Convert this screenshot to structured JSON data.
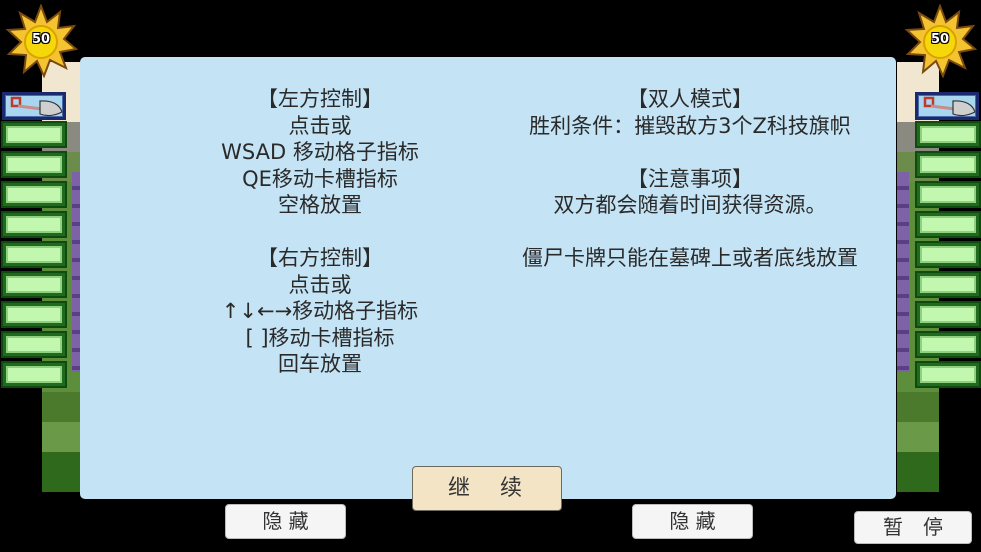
{
  "left_player": {
    "sun_count": "50",
    "card_slots": 9
  },
  "right_player": {
    "sun_count": "50",
    "card_slots": 9
  },
  "dialog": {
    "left_column": [
      "【左方控制】",
      "点击或",
      "WSAD 移动格子指标",
      "QE移动卡槽指标",
      "空格放置",
      "",
      "【右方控制】",
      "点击或",
      "↑↓←→移动格子指标",
      "[ ]移动卡槽指标",
      "回车放置"
    ],
    "right_column": [
      "【双人模式】",
      "胜利条件：摧毁敌方3个Z科技旗帜",
      "",
      "【注意事项】",
      "双方都会随着时间获得资源。",
      "",
      "僵尸卡牌只能在墓碑上或者底线放置"
    ],
    "continue_label": "继　续"
  },
  "buttons": {
    "hide_left": "隐 藏",
    "hide_right": "隐 藏",
    "pause": "暂　停"
  },
  "colors": {
    "panel_bg": "#c4e3f4",
    "continue_bg": "#f2e4c4",
    "card_slot": "#c2f7b0",
    "card_border": "#1f6a1f"
  }
}
